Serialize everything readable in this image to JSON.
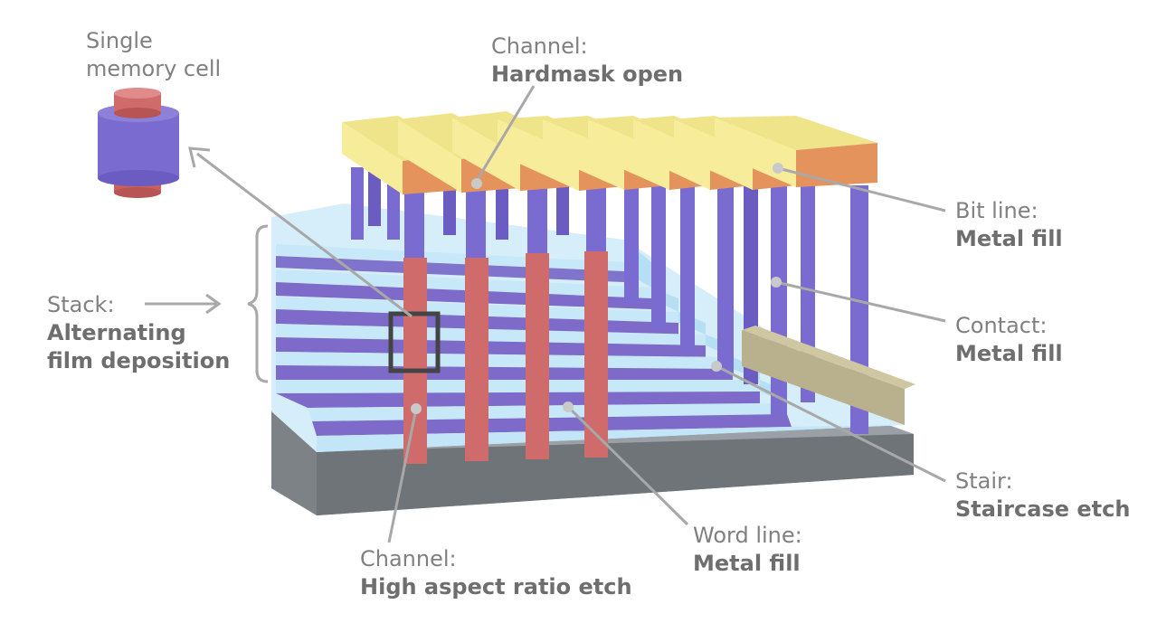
{
  "labels": {
    "memory_cell": {
      "line1": "Single",
      "line2": "memory cell"
    },
    "channel_top": {
      "title": "Channel:",
      "sub": "Hardmask open"
    },
    "stack": {
      "title": "Stack:",
      "sub1": "Alternating",
      "sub2": "film deposition"
    },
    "bit_line": {
      "title": "Bit line:",
      "sub": "Metal fill"
    },
    "contact": {
      "title": "Contact:",
      "sub": "Metal fill"
    },
    "stair": {
      "title": "Stair:",
      "sub": "Staircase etch"
    },
    "word_line": {
      "title": "Word line:",
      "sub": "Metal fill"
    },
    "channel_bottom": {
      "title": "Channel:",
      "sub": "High aspect ratio etch"
    }
  },
  "colors": {
    "substrate": "#8a8f94",
    "oxide_layer": "#c2e6f7",
    "word_line_layer": "#7e6ac9",
    "channel_pillar": "#cf6b6b",
    "contact_pillar": "#7a6bd0",
    "bit_line_top": "#f0e48a",
    "bit_line_front": "#e5935c",
    "leader_line": "#a8a8a8",
    "label_text": "#808080",
    "label_bold": "#6e6e6e"
  }
}
